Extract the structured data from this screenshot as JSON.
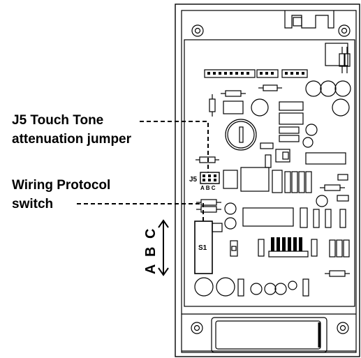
{
  "callouts": {
    "j5_line1": "J5 Touch Tone",
    "j5_line2": "attenuation jumper",
    "switch_line1": "Wiring Protocol",
    "switch_line2": "switch"
  },
  "board_labels": {
    "j5": "J5",
    "j5_positions": "A B C",
    "s1": "S1"
  },
  "direction_labels": [
    "A",
    "B",
    "C"
  ]
}
